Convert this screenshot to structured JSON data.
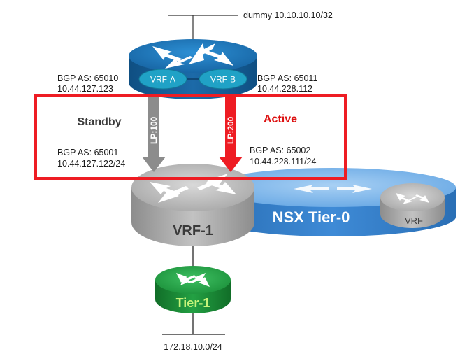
{
  "top_router": {
    "loopback_label": "dummy 10.10.10.10/32",
    "vrf_a": {
      "name": "VRF-A",
      "bgp_as_label": "BGP AS: 65010",
      "ip": "10.44.127.123"
    },
    "vrf_b": {
      "name": "VRF-B",
      "bgp_as_label": "BGP AS: 65011",
      "ip": "10.44.228.112"
    }
  },
  "highlight_box": {
    "standby_label": "Standby",
    "active_label": "Active",
    "left_peer": {
      "bgp_as_label": "BGP AS: 65001",
      "ip": "10.44.127.122/24",
      "local_pref": "LP:100"
    },
    "right_peer": {
      "bgp_as_label": "BGP AS: 65002",
      "ip": "10.44.228.111/24",
      "local_pref": "LP:200"
    }
  },
  "nsx": {
    "tier0_label": "NSX Tier-0",
    "vrf_gateway_label": "VRF-1",
    "small_vrf_label": "VRF",
    "tier1_label": "Tier-1",
    "segment_label": "172.18.10.0/24"
  },
  "colors": {
    "highlight": "#ee1c23",
    "active_text": "#dd1111",
    "standby_arrow": "#8c8c8c",
    "active_arrow": "#ee1c23",
    "router_blue": "#1b78b8",
    "vrf_pill": "#1fa3c4",
    "tier0_blue": "#3b8fd8",
    "vrf_gray": "#a8a8a8",
    "tier1_green": "#1f9a3c"
  }
}
